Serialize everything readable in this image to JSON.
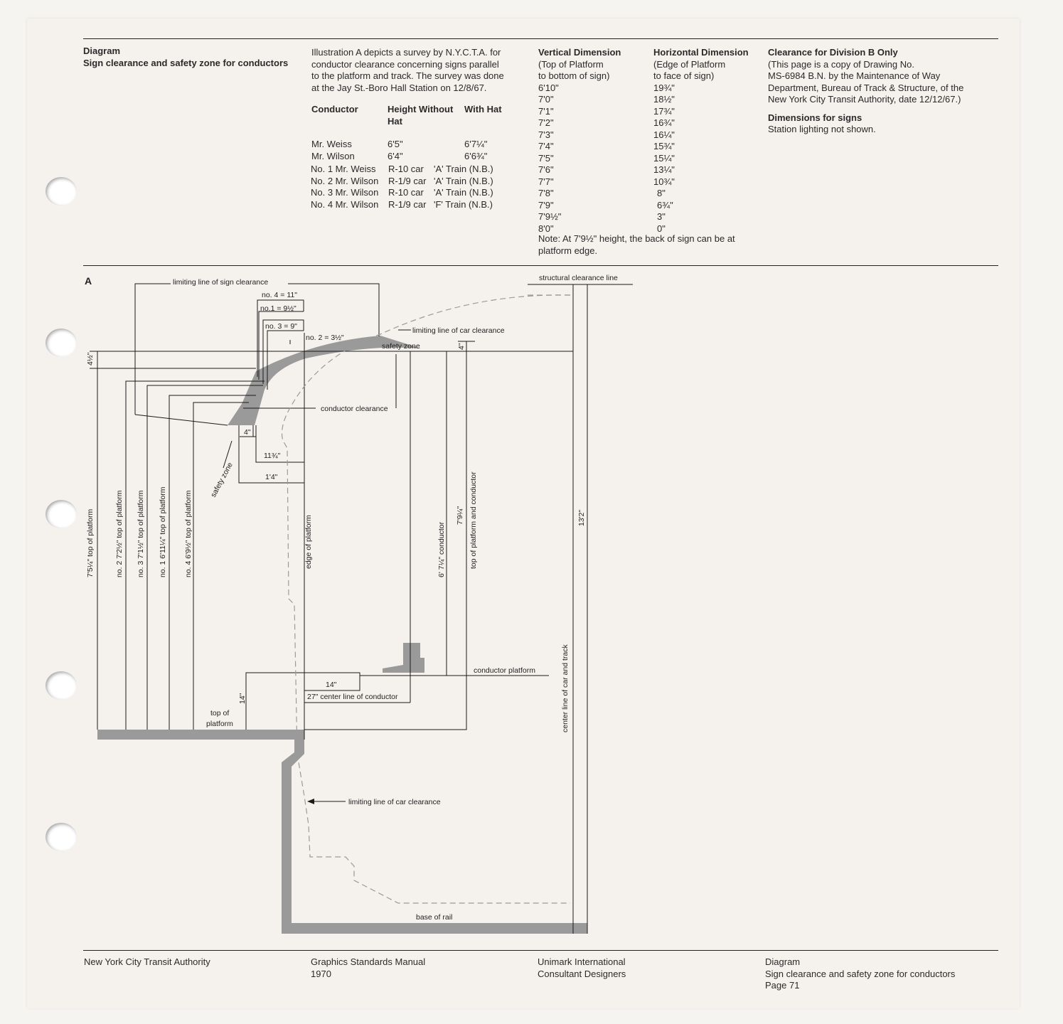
{
  "header": {
    "title": "Diagram",
    "subtitle": "Sign clearance and safety zone for conductors"
  },
  "intro": {
    "text_lines": [
      "Illustration A depicts a survey by N.Y.C.T.A. for",
      "conductor clearance concerning signs parallel",
      "to the platform and track. The survey was done",
      "at the Jay St.-Boro Hall Station on 12/8/67."
    ]
  },
  "conductor_table": {
    "headers": [
      "Conductor",
      "Height Without Hat",
      "With Hat"
    ],
    "rows": [
      [
        "Mr. Weiss",
        "6'5\"",
        "6'7¼\""
      ],
      [
        "Mr. Wilson",
        "6'4\"",
        "6'6¾\""
      ]
    ]
  },
  "trials": [
    [
      "No. 1 Mr. Weiss",
      "R-10 car",
      "'A' Train (N.B.)"
    ],
    [
      "No. 2 Mr. Wilson",
      "R-1/9 car",
      "'A' Train (N.B.)"
    ],
    [
      "No. 3 Mr. Wilson",
      "R-10 car",
      "'A' Train (N.B.)"
    ],
    [
      "No. 4 Mr. Wilson",
      "R-1/9 car",
      "'F' Train (N.B.)"
    ]
  ],
  "dimensions": {
    "vertical_header": "Vertical Dimension",
    "vertical_sub": [
      "(Top of Platform",
      "to bottom of sign)"
    ],
    "horizontal_header": "Horizontal Dimension",
    "horizontal_sub": [
      "(Edge of Platform",
      "to face of sign)"
    ],
    "rows": [
      [
        "6'10\"",
        "19¾\""
      ],
      [
        "7'0\"",
        "18½\""
      ],
      [
        "7'1\"",
        "17¾\""
      ],
      [
        "7'2\"",
        "16¾\""
      ],
      [
        "7'3\"",
        "16¼\""
      ],
      [
        "7'4\"",
        "15¾\""
      ],
      [
        "7'5\"",
        "15¼\""
      ],
      [
        "7'6\"",
        "13¼\""
      ],
      [
        "7'7\"",
        "10¾\""
      ],
      [
        "7'8\"",
        "8\""
      ],
      [
        "7'9\"",
        "6¾\""
      ],
      [
        "7'9½\"",
        "3\""
      ],
      [
        "8'0\"",
        "0\""
      ]
    ],
    "note_lines": [
      "Note: At 7'9½\" height, the back of sign can be at",
      "platform edge."
    ]
  },
  "division": {
    "title": "Clearance for Division B Only",
    "lines": [
      "(This page is a copy of Drawing No.",
      "MS-6984 B.N. by the Maintenance of Way",
      "Department, Bureau of Track & Structure, of the",
      "New York City Transit Authority, date 12/12/67.)"
    ],
    "signs_title": "Dimensions for signs",
    "signs_text": "Station lighting not shown."
  },
  "illustration": {
    "label": "A",
    "labels": {
      "limiting_sign": "limiting line of  sign  clearance",
      "no4": "no. 4 = 11\"",
      "no1": "no.1 = 9½\"",
      "no3": "no. 3 = 9\"",
      "no2": "no. 2 = 3½\"",
      "limiting_car_top": "limiting line of car clearance",
      "safety_zone_top": "safety zone",
      "four_in_top": "4\"",
      "conductor_clearance": "conductor clearance",
      "four_in": "4\"",
      "eleven_three_quarter": "11¾\"",
      "one_four": "1'4\"",
      "safety_zone_diag": "safety zone",
      "structural": "structural clearance line",
      "four_half": "4½\"",
      "v1": "7'5¼\" top of platform",
      "v2": "no. 2  7'2½\" top of platform",
      "v3": "no. 3  7'1½\" top of platform",
      "v4": "no. 1  6'11¼\" top of platform",
      "v5": "no. 4  6'9½\" top of platform",
      "edge": "edge of platform",
      "cond_height": "6' 7¼\" conductor",
      "cond_total": "7'9¼\"",
      "top_plat_cond": "top of platform and conductor",
      "thirteen_two": "13'2\"",
      "center_line": "center line of car and track",
      "conductor_platform": "conductor platform",
      "fourteen_in": "14\"",
      "twenty_seven": "27\" center line of conductor",
      "fourteen_vert": "14\"",
      "top_of": "top of",
      "platform": "platform",
      "limiting_car_bottom": "limiting line of car clearance",
      "base_rail": "base of rail"
    }
  },
  "footer": {
    "org": "New York City Transit Authority",
    "manual": "Graphics Standards Manual",
    "year": "1970",
    "firm1": "Unimark International",
    "firm2": "Consultant Designers",
    "page_title": "Diagram",
    "page_sub": "Sign clearance and safety zone for conductors",
    "page_num": "Page 71"
  }
}
